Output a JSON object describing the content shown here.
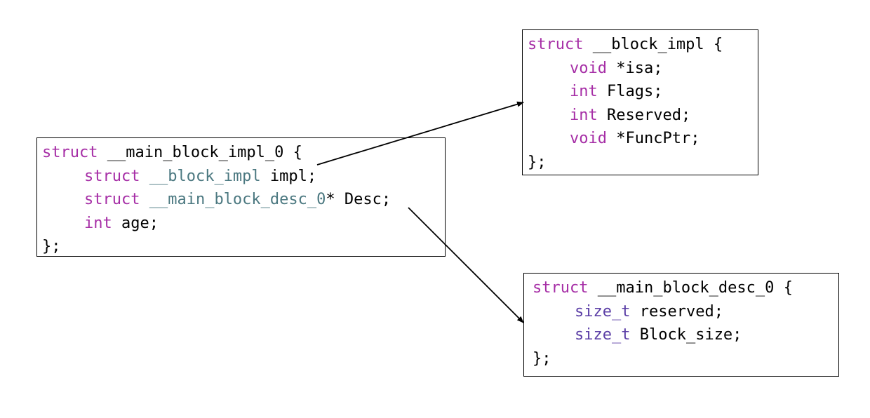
{
  "colors": {
    "keyword": "#a62ea6",
    "type_name": "#4b7880",
    "builtin_type": "#5b3ea6",
    "text": "#000000",
    "border": "#000000",
    "background": "#ffffff"
  },
  "main_struct": {
    "line1": {
      "kw": "struct",
      "rest": " __main_block_impl_0 {"
    },
    "line2": {
      "kw": "struct",
      "type": " __block_impl",
      "rest": " impl;"
    },
    "line3": {
      "kw": "struct",
      "type": " __main_block_desc_0",
      "rest": "* Desc;"
    },
    "line4": {
      "kw": "int",
      "rest": " age;"
    },
    "line5": {
      "rest": "};"
    }
  },
  "block_impl_struct": {
    "line1": {
      "kw": "struct",
      "rest": " __block_impl {"
    },
    "line2": {
      "kw": "void",
      "rest": " *isa;"
    },
    "line3": {
      "kw": "int",
      "rest": " Flags;"
    },
    "line4": {
      "kw": "int",
      "rest": " Reserved;"
    },
    "line5": {
      "kw": "void",
      "rest": " *FuncPtr;"
    },
    "line6": {
      "rest": "};"
    }
  },
  "desc_struct": {
    "line1": {
      "kw": "struct",
      "rest": " __main_block_desc_0 {"
    },
    "line2": {
      "type": "size_t",
      "rest": " reserved;"
    },
    "line3": {
      "type": "size_t",
      "rest": " Block_size;"
    },
    "line4": {
      "rest": "};"
    }
  }
}
